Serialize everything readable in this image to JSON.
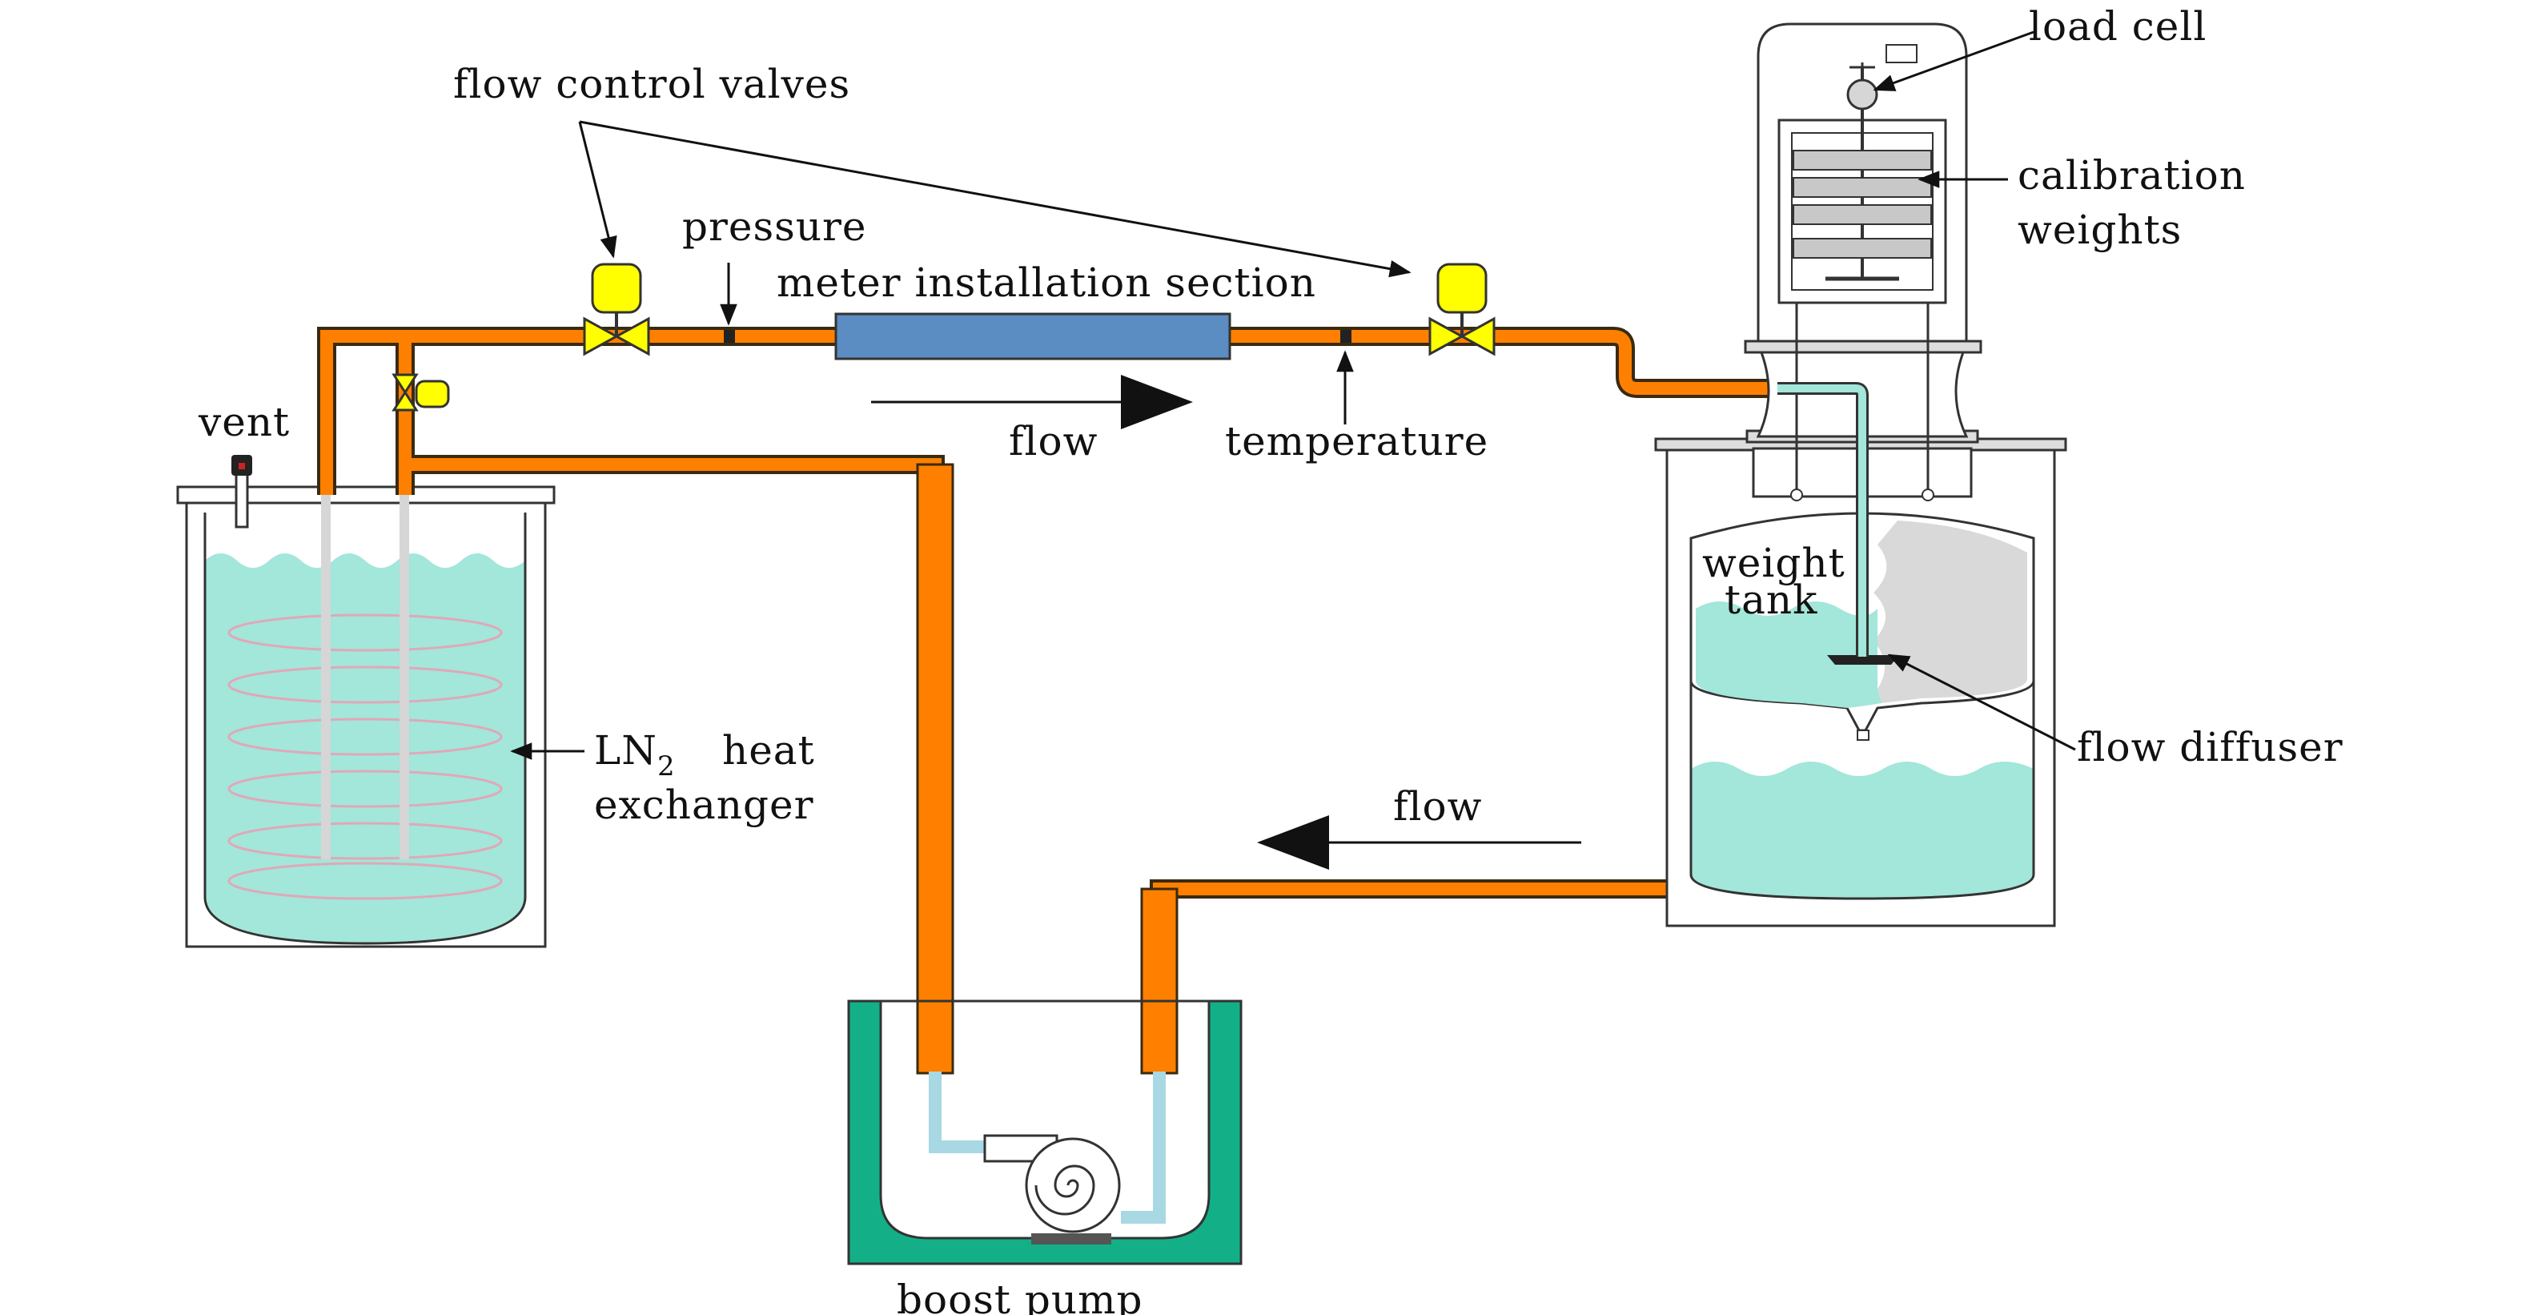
{
  "labels": {
    "flow_control_valves": "flow control valves",
    "pressure": "pressure",
    "meter_installation_section": "meter installation section",
    "flow_top": "flow",
    "temperature": "temperature",
    "vent": "vent",
    "ln2": "LN",
    "ln2_sub": "2",
    "heat": "heat",
    "exchanger": "exchanger",
    "load_cell": "load cell",
    "calibration": "calibration",
    "weights": "weights",
    "weight": "weight",
    "tank": "tank",
    "flow_diffuser": "flow diffuser",
    "flow_bottom": "flow",
    "boost_pump": "boost pump"
  },
  "colors": {
    "pipe": "#ff8000",
    "pipe_outline": "#3a2a10",
    "liquid": "#a3e6da",
    "valve": "#ffff00",
    "meter": "#5b8cc2",
    "pump_bath": "#13b088",
    "pump_line": "#a8d8e4",
    "weight_plate": "#c8c8c8"
  }
}
